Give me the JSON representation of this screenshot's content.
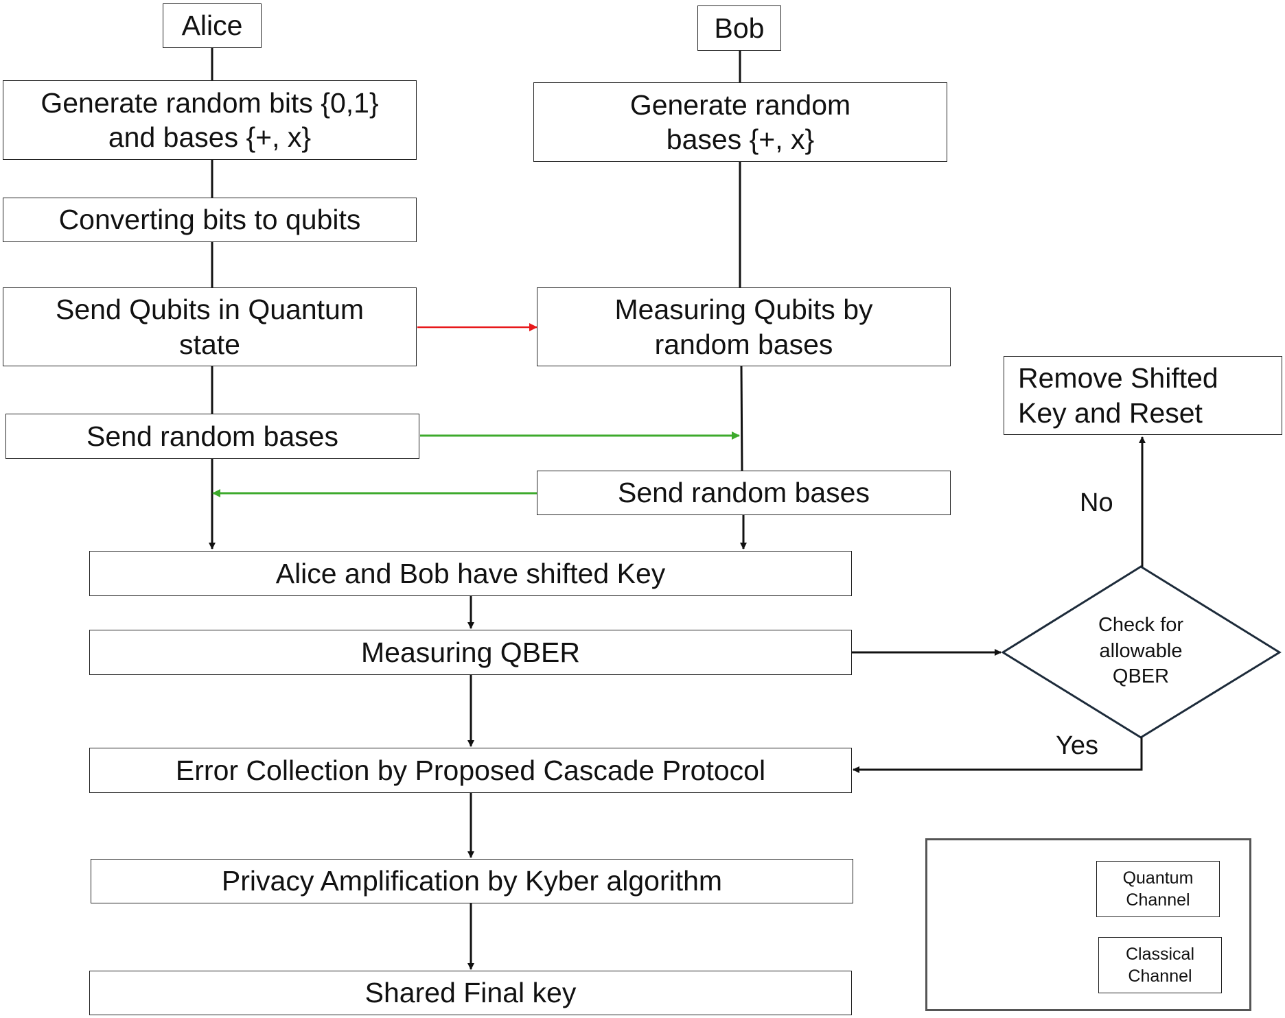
{
  "nodes": {
    "alice": "Alice",
    "bob": "Bob",
    "alice_generate": "Generate random bits {0,1}\nand bases {+, x}",
    "bob_generate": "Generate random\nbases {+, x}",
    "converting": "Converting bits to qubits",
    "send_qubits": "Send Qubits in Quantum\nstate",
    "measuring_qubits": "Measuring Qubits by\nrandom bases",
    "alice_send_bases": "Send random bases",
    "bob_send_bases": "Send random bases",
    "shifted_key": "Alice and Bob have shifted Key",
    "measuring_qber": "Measuring QBER",
    "check_qber": "Check for\nallowable\nQBER",
    "remove_reset": "Remove Shifted\nKey and Reset",
    "error_collection": "Error Collection by Proposed Cascade Protocol",
    "privacy_amplification": "Privacy Amplification by Kyber algorithm",
    "final_key": "Shared Final key"
  },
  "edge_labels": {
    "no": "No",
    "yes": "Yes"
  },
  "legend": {
    "quantum": {
      "label": "Quantum\nChannel",
      "color": "#e8191b"
    },
    "classical": {
      "label": "Classical\nChannel",
      "color": "#3daa2c"
    }
  },
  "colors": {
    "line": "#111111",
    "quantum": "#e8191b",
    "classical": "#3daa2c"
  }
}
